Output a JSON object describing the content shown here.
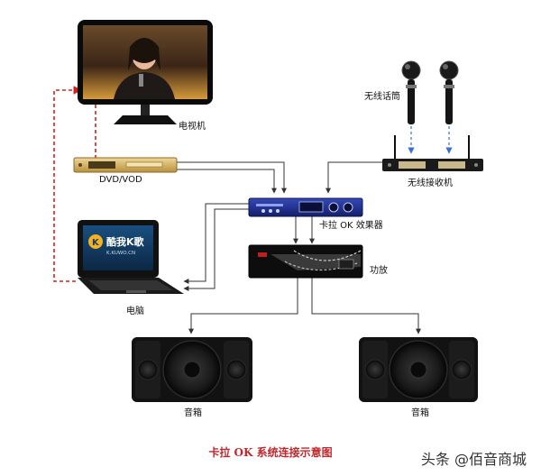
{
  "labels": {
    "tv": "电视机",
    "mic": "无线话筒",
    "dvd": "DVD/VOD",
    "receiver": "无线接收机",
    "effector": "卡拉 OK 效果器",
    "computer": "电脑",
    "amp": "功放",
    "speaker_left": "音箱",
    "speaker_right": "音箱"
  },
  "laptop_screen": {
    "app_name": "酷我K歌",
    "url": "K.KUWO.CN"
  },
  "caption": "卡拉 OK 系统连接示意图",
  "watermark": "头条 @佰音商城",
  "colors": {
    "signal_line": "#333333",
    "video_line": "#d62020",
    "wireless_line": "#3b6fd6",
    "caption_text": "#c0282d",
    "dvd_body": "#d8b870",
    "effector_body": "#1c2f8f"
  }
}
